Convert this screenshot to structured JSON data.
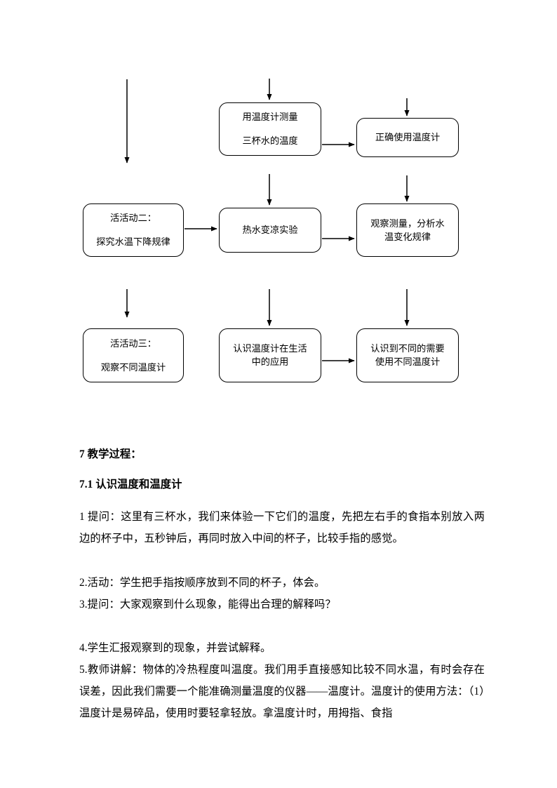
{
  "document": {
    "flowchart": {
      "nodes": [
        {
          "id": "measure",
          "line1": "用温度计测量",
          "line2": "三杯水的温度"
        },
        {
          "id": "correct_use",
          "line1": "正确使用温度计",
          "line2": ""
        },
        {
          "id": "activity2",
          "line1": "活活动二：",
          "line2": "探究水温下降规律"
        },
        {
          "id": "cooling_exp",
          "line1": "热水变凉实验",
          "line2": ""
        },
        {
          "id": "observe_law",
          "line1": "观察测量，分析水",
          "line2": "温变化规律"
        },
        {
          "id": "activity3",
          "line1": "活活动三：",
          "line2": "观察不同温度计"
        },
        {
          "id": "life_app",
          "line1": "认识温度计在生活",
          "line2": "中的应用"
        },
        {
          "id": "diff_need",
          "line1": "认识到不同的需要",
          "line2": "使用不同温度计"
        }
      ],
      "connector_color": "#000000"
    },
    "headings": {
      "process": "7 教学过程：",
      "section": "7.1 认识温度和温度计"
    },
    "paragraphs": {
      "p1": "1 提问：这里有三杯水，我们来体验一下它们的温度，先把左右手的食指本别放入两边的杯子中，五秒钟后，再同时放入中间的杯子，比较手指的感觉。",
      "p2": "2.活动：学生把手指按顺序放到不同的杯子，体会。",
      "p3": "3.提问：大家观察到什么现象，能得出合理的解释吗？",
      "p4": "4.学生汇报观察到的现象，并尝试解释。",
      "p5": "5.教师讲解：物体的冷热程度叫温度。我们用手直接感知比较不同水温，有时会存在误差，因此我们需要一个能准确测量温度的仪器——温度计。温度计的使用方法：（1）温度计是易碎品，使用时要轻拿轻放。拿温度计时，用拇指、食指"
    }
  }
}
